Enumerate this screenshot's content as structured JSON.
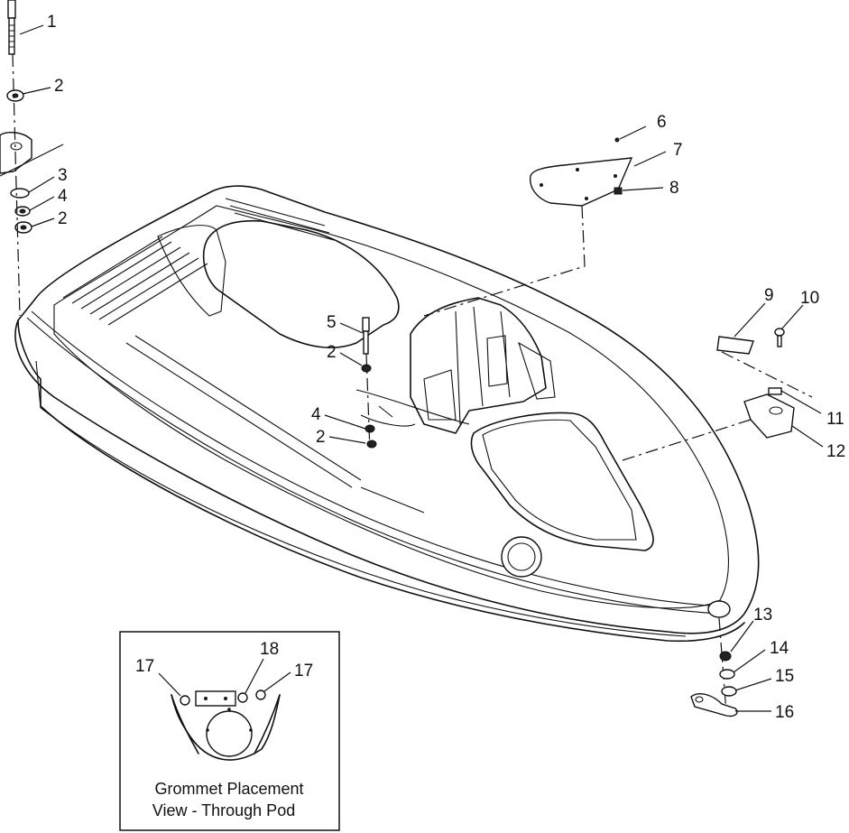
{
  "callouts": {
    "c1": "1",
    "c2a": "2",
    "c3": "3",
    "c4a": "4",
    "c2b": "2",
    "c5": "5",
    "c2c": "2",
    "c4b": "4",
    "c2d": "2",
    "c6": "6",
    "c7": "7",
    "c8": "8",
    "c9": "9",
    "c10": "10",
    "c11": "11",
    "c12": "12",
    "c13": "13",
    "c14": "14",
    "c15": "15",
    "c16": "16",
    "c17a": "17",
    "c18": "18",
    "c17b": "17"
  },
  "inset": {
    "caption_line1": "Grommet Placement",
    "caption_line2": "View - Through Pod"
  }
}
